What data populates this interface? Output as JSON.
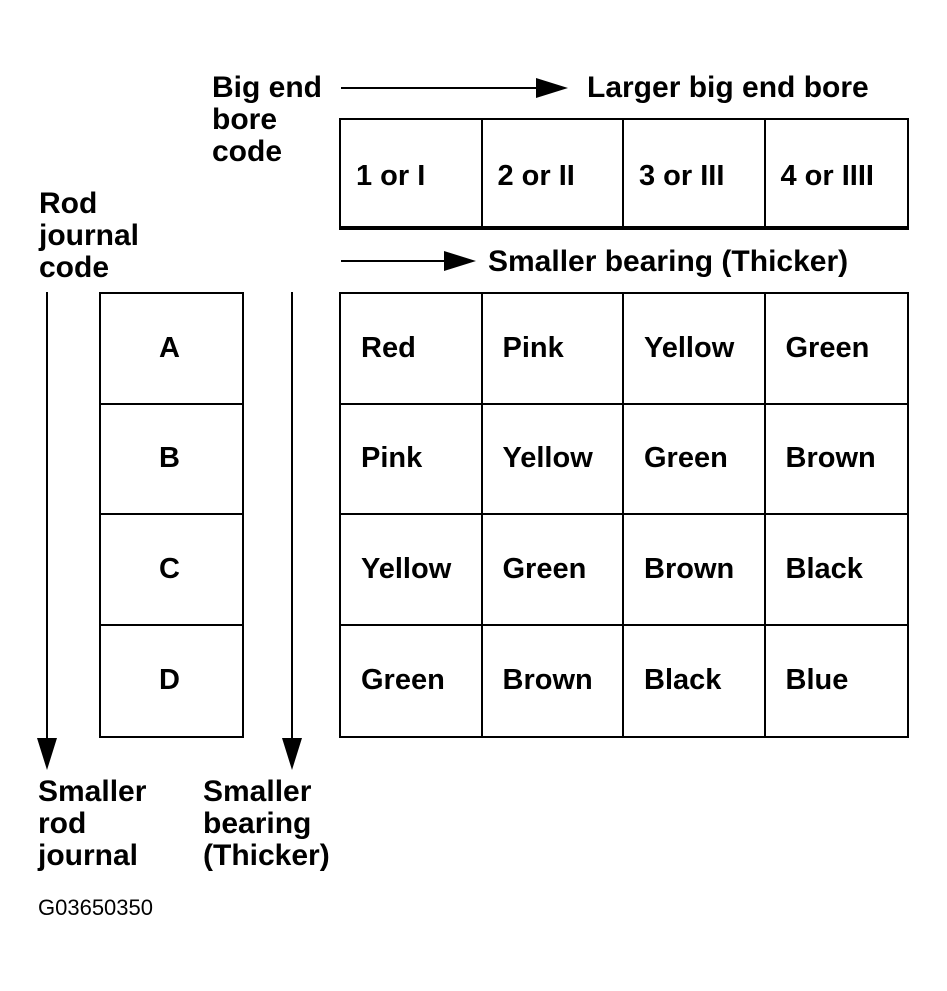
{
  "labels": {
    "big_end_bore_code": [
      "Big end",
      "bore",
      "code"
    ],
    "larger_big_end_bore": "Larger big end bore",
    "rod_journal_code": [
      "Rod",
      "journal",
      "code"
    ],
    "smaller_bearing_thicker_top": "Smaller bearing (Thicker)",
    "smaller_rod_journal": [
      "Smaller",
      "rod",
      "journal"
    ],
    "smaller_bearing_thicker_bottom": [
      "Smaller",
      "bearing",
      "(Thicker)"
    ]
  },
  "bore_codes": [
    "1 or I",
    "2 or II",
    "3 or III",
    "4 or IIII"
  ],
  "journal_codes": [
    "A",
    "B",
    "C",
    "D"
  ],
  "bearing_colors": [
    [
      "Red",
      "Pink",
      "Yellow",
      "Green"
    ],
    [
      "Pink",
      "Yellow",
      "Green",
      "Brown"
    ],
    [
      "Yellow",
      "Green",
      "Brown",
      "Black"
    ],
    [
      "Green",
      "Brown",
      "Black",
      "Blue"
    ]
  ],
  "figure_code": "G03650350"
}
